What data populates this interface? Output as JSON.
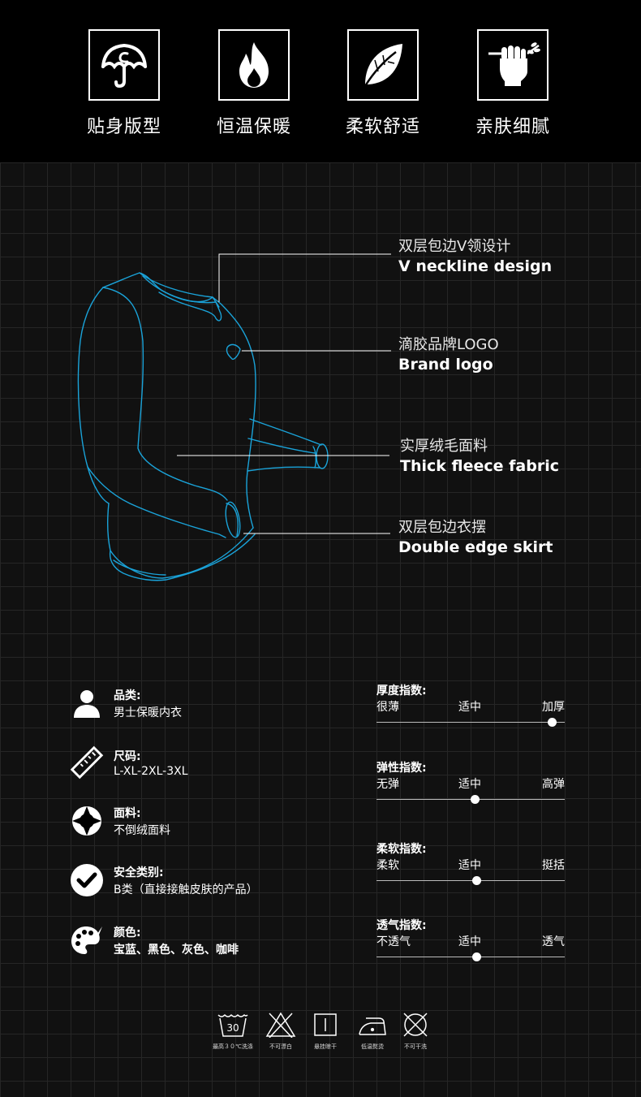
{
  "features": [
    {
      "icon": "umbrella-icon",
      "label": "贴身版型"
    },
    {
      "icon": "flame-icon",
      "label": "恒温保暖"
    },
    {
      "icon": "leaf-icon",
      "label": "柔软舒适"
    },
    {
      "icon": "fist-icon",
      "label": "亲肤细腻"
    }
  ],
  "callouts": [
    {
      "cn": "双层包边V领设计",
      "en": "V neckline design"
    },
    {
      "cn": "滴胶品牌LOGO",
      "en": "Brand logo"
    },
    {
      "cn": "实厚绒毛面料",
      "en": "Thick fleece fabric"
    },
    {
      "cn": "双层包边衣摆",
      "en": "Double edge skirt"
    }
  ],
  "specs": [
    {
      "icon": "person-icon",
      "key": "品类:",
      "value": "男士保暖内衣"
    },
    {
      "icon": "ruler-icon",
      "key": "尺码:",
      "value": "L-XL-2XL-3XL"
    },
    {
      "icon": "fabric-icon",
      "key": "面料:",
      "value": "不倒绒面料"
    },
    {
      "icon": "check-icon",
      "key": "安全类别:",
      "value": "B类（直接接触皮肤的产品）"
    },
    {
      "icon": "palette-icon",
      "key": "颜色:",
      "value": "宝蓝、黑色、灰色、咖啡"
    }
  ],
  "meters": [
    {
      "title": "厚度指数:",
      "left": "很薄",
      "mid": "适中",
      "right": "加厚",
      "value": 0.93
    },
    {
      "title": "弹性指数:",
      "left": "无弹",
      "mid": "适中",
      "right": "高弹",
      "value": 0.52
    },
    {
      "title": "柔软指数:",
      "left": "柔软",
      "mid": "适中",
      "right": "挺括",
      "value": 0.53
    },
    {
      "title": "透气指数:",
      "left": "不透气",
      "mid": "适中",
      "right": "透气",
      "value": 0.53
    }
  ],
  "care": [
    {
      "icon": "wash-30-icon",
      "num": "30",
      "caption": "最高３０℃洗涤"
    },
    {
      "icon": "no-bleach-icon",
      "caption": "不可漂白"
    },
    {
      "icon": "hang-dry-icon",
      "caption": "悬挂晾干"
    },
    {
      "icon": "low-iron-icon",
      "caption": "低温熨烫"
    },
    {
      "icon": "no-dry-clean-icon",
      "caption": "不可干洗"
    }
  ],
  "colors": {
    "background": "#000000",
    "grid": "#262626",
    "sketch": "#1aa3d9",
    "text": "#ffffff"
  }
}
